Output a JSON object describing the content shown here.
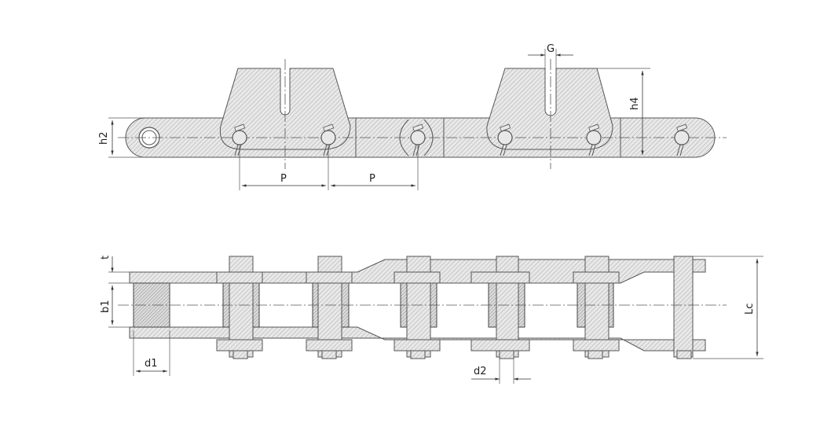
{
  "labels": {
    "G": "G",
    "P_left": "P",
    "P_right": "P",
    "h2": "h2",
    "h4": "h4",
    "t": "t",
    "b1": "b1",
    "d1": "d1",
    "d2": "d2",
    "Lc": "Lc"
  },
  "colors": {
    "hatch_base": "#e6e6e6",
    "hatch_line": "#9a9a9a",
    "outline": "#555555"
  }
}
